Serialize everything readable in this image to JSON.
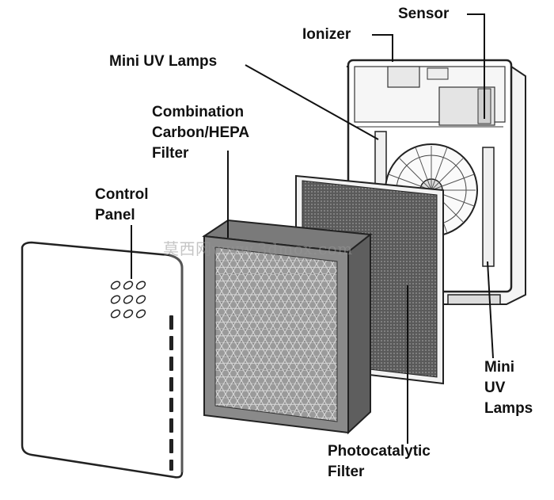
{
  "diagram": {
    "labels": {
      "sensor": "Sensor",
      "ionizer": "Ionizer",
      "mini_uv_lamps_top": "Mini UV Lamps",
      "combination_line1": "Combination",
      "combination_line2": "Carbon/HEPA",
      "combination_line3": "Filter",
      "control_line1": "Control",
      "control_line2": "Panel",
      "mini_uv_right_line1": "Mini",
      "mini_uv_right_line2": "UV",
      "mini_uv_right_line3": "Lamps",
      "photocatalytic_line1": "Photocatalytic",
      "photocatalytic_line2": "Filter"
    },
    "watermark": "莫西网www.3dmox.com",
    "colors": {
      "line": "#111111",
      "hepa_face": "#8a8a8a",
      "hepa_side": "#5e5e5e",
      "photo_face": "#6a6a6a",
      "panel_fill": "#ffffff"
    }
  }
}
